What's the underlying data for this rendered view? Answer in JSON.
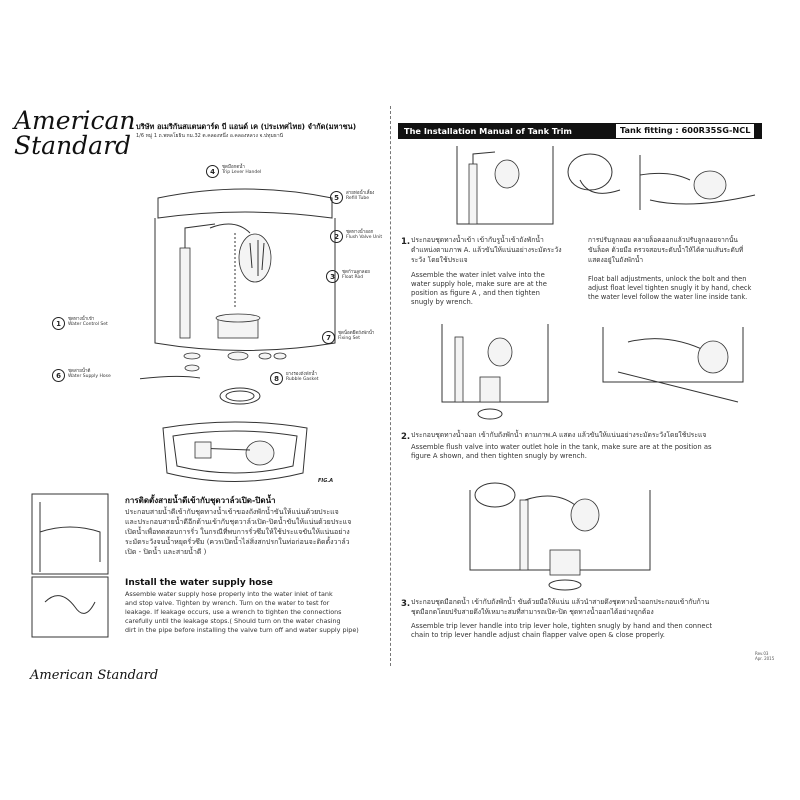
{
  "brand": {
    "line1": "American",
    "line2": "Standard",
    "footer": "American Standard"
  },
  "company": {
    "name": "บริษัท อเมริกันสแตนดาร์ด บี แอนด์ เค (ประเทศไทย) จำกัด(มหาชน)",
    "address": "1/6 หมู่ 1 ถ.พหลโยธิน กม.32 ต.คลองหนึ่ง อ.คลองหลวง จ.ปทุมธานี"
  },
  "manual": {
    "title": "The Installation Manual of Tank Trim",
    "fitting": "Tank fitting : 600R35SG-NCL"
  },
  "parts": [
    {
      "num": "4",
      "th": "ชุดมือกดน้ำ",
      "en": "Trip Lever Handel"
    },
    {
      "num": "5",
      "th": "สายท่อน้ำเลี้ยง",
      "en": "Refill Tube"
    },
    {
      "num": "2",
      "th": "ชุดทางน้ำออก",
      "en": "Flush Valve Unit"
    },
    {
      "num": "3",
      "th": "ชุดก้านลูกลอย",
      "en": "Float Rod"
    },
    {
      "num": "7",
      "th": "ชุดน็อตยึดถังพักน้ำ",
      "en": "Fixing Set"
    },
    {
      "num": "8",
      "th": "ยางรองถังพักน้ำ",
      "en": "Rubble Gasket"
    },
    {
      "num": "1",
      "th": "ชุดทางน้ำเข้า",
      "en": "Water Control Set"
    },
    {
      "num": "6",
      "th": "ชุดสายน้ำดี",
      "en": "Water Supply Hose"
    }
  ],
  "figure_label": "FIG.A",
  "hose_section": {
    "thai_title": "การติดตั้งสายน้ำดีเข้ากับชุดวาล์วเปิด-ปิดน้ำ",
    "thai_lines": [
      "ประกอบสายน้ำดีเข้ากับชุดทางน้ำเข้าของถังพักน้ำขันให้แน่นด้วยประแจ",
      "และประกอบสายน้ำดีอีกด้านเข้ากับชุดวาล์วเปิด-ปิดน้ำขันให้แน่นด้วยประแจ",
      "เปิดน้ำเพื่อทดสอบการรั่ว ในกรณีที่พบการรั่วซึมให้ใช้ประแจขันให้แน่นอย่าง",
      "ระมัดระวังจนน้ำหยุดรั่วซึม (ควรเปิดน้ำไล่สิ่งสกปรกในท่อก่อนจะติดตั้งวาล์ว",
      "เปิด - ปิดน้ำ และสายน้ำดี )"
    ],
    "en_title": "Install the water supply hose",
    "en_lines": [
      "Assemble water supply hose properly into the water inlet of tank",
      "and stop valve. Tighten by wrench. Turn on the water to test for",
      "leakage. If leakage occurs, use a wrench to tighten the connections",
      "carefully until the leakage stops.( Should turn on the water chasing",
      "dirt in the pipe before installing the valve turn off and water supply pipe)"
    ]
  },
  "steps": [
    {
      "num": "1.",
      "th_lines": [
        "ประกอบชุดทางน้ำเข้า เข้ากับรูน้ำเข้าถังพักน้ำ",
        "ตำแหน่งตามภาพ A. แล้วขันให้แน่นอย่างระมัดระวัง",
        "ระวัง โดยใช้ประแจ"
      ],
      "en_lines": [
        "Assemble the water inlet valve into the",
        "water supply hole, make sure are at the",
        "position as figure A , and then tighten",
        "snugly by wrench."
      ]
    },
    {
      "num": "",
      "th_lines": [
        "การปรับลูกลอย คลายล็อคออกแล้วปรับลูกลอยจากนั้น",
        "ขันล็อค ด้วยมือ ตรวจสอบระดับน้ำให้ได้ตามเส้นระดับที่",
        "แสดงอยู่ในถังพักน้ำ"
      ],
      "en_lines": [
        "Float ball adjustments, unlock the bolt and then",
        "adjust float level tighten snugly it by hand, check",
        "the water level follow the water line inside tank."
      ]
    },
    {
      "num": "2.",
      "th_lines": [
        "ประกอบชุดทางน้ำออก เข้ากับถังพักน้ำ ตามภาพ.A แสดง แล้วขันให้แน่นอย่างระมัดระวังโดยใช้ประแจ"
      ],
      "en_lines": [
        "Assemble flush valve into water outlet hole in the tank, make sure are at the position as",
        "figure A shown, and then tighten snugly by wrench."
      ]
    },
    {
      "num": "3.",
      "th_lines": [
        "ประกอบชุดมือกดน้ำ เข้ากับถังพักน้ำ ขันด้วยมือให้แน่น แล้วนำสายดึงชุดทางน้ำออกประกอบเข้ากับก้าน",
        "ชุดมือกดโดยปรับสายดึงให้เหมาะสมที่สามารถเปิด-ปิด ชุดทางน้ำออกได้อย่างถูกต้อง"
      ],
      "en_lines": [
        "Assemble trip lever handle into trip lever hole, tighten snugly by hand and then connect",
        "chain to trip lever handle adjust chain flapper valve open & close properly."
      ]
    }
  ],
  "page_info": [
    "Rev.03",
    "Apr. 2015"
  ]
}
